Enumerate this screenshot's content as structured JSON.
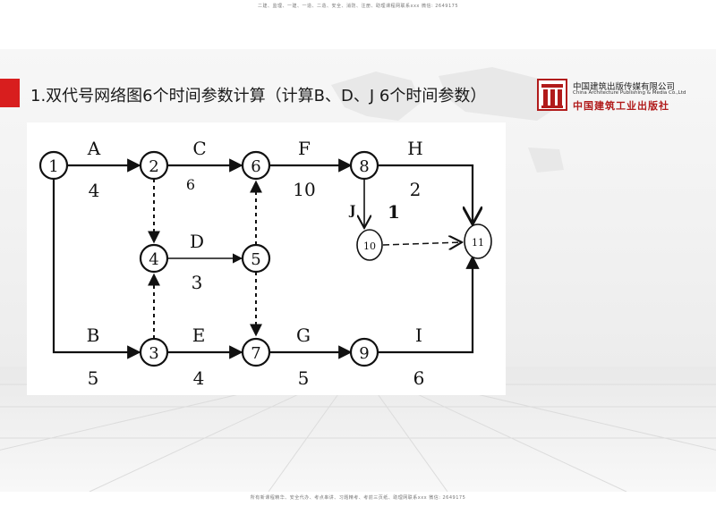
{
  "header": {
    "top_note": "二建、监理、一建、一造、二造、安全、消防、注册、助理课程网联系xxx 微信: 2649175",
    "bottom_note": "所有新课程精华、安全代办、考点串讲、习题精考、考前三页纸、助理网联系xxx 微信: 2649175"
  },
  "slide": {
    "title": "1.双代号网络图6个时间参数计算（计算B、D、J  6个时间参数）"
  },
  "publisher": {
    "name_cn": "中国建筑出版传媒有限公司",
    "name_en": "China Architecture Publishing & Media Co.,Ltd",
    "imprint_cn": "中国建筑工业出版社"
  },
  "diagram": {
    "nodes": [
      "1",
      "2",
      "3",
      "4",
      "5",
      "6",
      "7",
      "8",
      "9",
      "10",
      "11"
    ],
    "activities": [
      {
        "name": "A",
        "duration": "4",
        "from": "1",
        "to": "2"
      },
      {
        "name": "B",
        "duration": "5",
        "from": "1",
        "to": "3"
      },
      {
        "name": "C",
        "duration": "6",
        "from": "2",
        "to": "6"
      },
      {
        "name": "D",
        "duration": "3",
        "from": "4",
        "to": "5"
      },
      {
        "name": "E",
        "duration": "4",
        "from": "3",
        "to": "7"
      },
      {
        "name": "F",
        "duration": "10",
        "from": "6",
        "to": "8"
      },
      {
        "name": "G",
        "duration": "5",
        "from": "7",
        "to": "9"
      },
      {
        "name": "H",
        "duration": "2",
        "from": "8",
        "to": "11"
      },
      {
        "name": "I",
        "duration": "6",
        "from": "9",
        "to": "11"
      },
      {
        "name": "J",
        "duration": "1",
        "from": "8",
        "to": "10"
      }
    ],
    "dummies": [
      {
        "from": "2",
        "to": "4"
      },
      {
        "from": "3",
        "to": "4"
      },
      {
        "from": "5",
        "to": "6"
      },
      {
        "from": "5",
        "to": "7"
      },
      {
        "from": "10",
        "to": "11"
      }
    ]
  }
}
